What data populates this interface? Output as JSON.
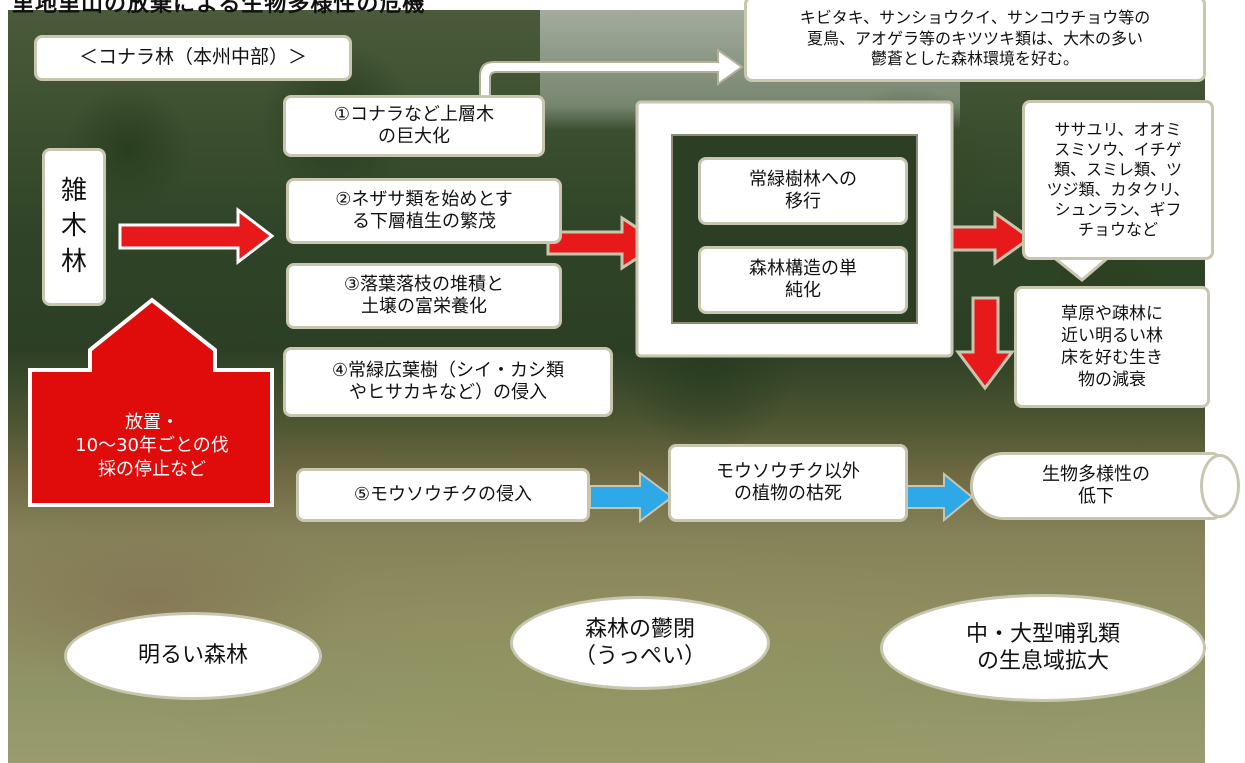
{
  "title_partial": "里地里山の放棄による生物多様性の危機",
  "region_label": "＜コナラ林（本州中部）＞",
  "start_node": "雑\n木\n林",
  "cause_box": "放置・\n10〜30年ごとの伐\n採の停止など",
  "steps": [
    "①コナラなど上層木\nの巨大化",
    "②ネザサ類を始めとす\nる下層植生の繁茂",
    "③落葉落枝の堆積と\n土壌の富栄養化",
    "④常緑広葉樹（シイ・カシ類\nやヒサカキなど）の侵入",
    "⑤モウソウチクの侵入"
  ],
  "top_note": "キビタキ、サンショウクイ、サンコウチョウ等の\n夏鳥、アオゲラ等のキツツキ類は、大木の多い\n鬱蒼とした森林環境を好む。",
  "center_box": {
    "item1": "常緑樹林への\n移行",
    "item2": "森林構造の単\n純化"
  },
  "callout_species": "ササユリ、オオミ\nスミソウ、イチゲ\n類、スミレ類、ツ\nツジ類、カタクリ、\nシュンラン、ギフ\nチョウなど",
  "decline_box": "草原や疎林に\n近い明るい林\n床を好む生き\n物の減衰",
  "bamboo_result": "モウソウチク以外\nの植物の枯死",
  "biodiversity_box": "生物多様性の\n低下",
  "ovals": [
    "明るい森林",
    "森林の鬱閉\n（うっぺい）",
    "中・大型哺乳類\nの生息域拡大"
  ],
  "colors": {
    "red_arrow": "#e8191b",
    "blue_arrow": "#2ea8e6",
    "cause_fill": "#e00c0c",
    "box_border": "#c9c6b0"
  }
}
